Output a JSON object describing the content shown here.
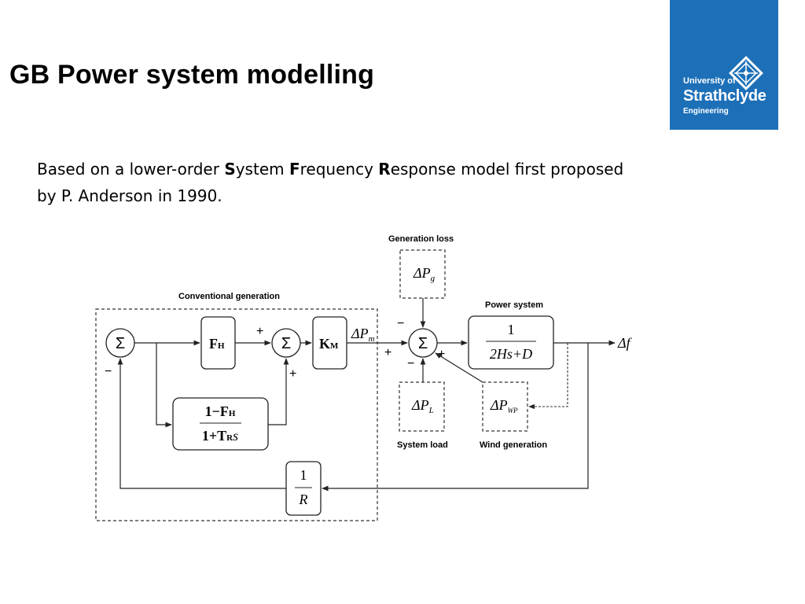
{
  "slide": {
    "title": "GB Power system modelling"
  },
  "logo": {
    "line1": "University of",
    "line2": "Strathclyde",
    "line3": "Engineering",
    "color": "#1d70b8"
  },
  "intro": {
    "t1": "Based on a lower-order ",
    "b1": "S",
    "t2": "ystem ",
    "b2": "F",
    "t3": "requency ",
    "b3": "R",
    "t4": "esponse model first proposed by  P. Anderson in 1990."
  },
  "diagram": {
    "group_label": "Conventional generation",
    "gen_loss_label": "Generation loss",
    "power_system_label": "Power system",
    "system_load_label": "System load",
    "wind_gen_label": "Wind generation",
    "sum_symbol": "Σ",
    "fh": "F",
    "fh_sub": "H",
    "km": "K",
    "km_sub": "M",
    "lag_num": "1−F",
    "lag_num_sub": "H",
    "lag_den_pre": "1+T",
    "lag_den_sub": "R",
    "lag_den_var": "s",
    "ps_num": "1",
    "ps_den": "2Hs+D",
    "r_num": "1",
    "r_den": "R",
    "dpg": "ΔP",
    "dpg_sub": "g",
    "dpl": "ΔP",
    "dpl_sub": "L",
    "dpwp": "ΔP",
    "dpwp_sub": "WP",
    "dpm": "ΔP",
    "dpm_sub": "m",
    "df": "Δf",
    "plus": "+",
    "minus": "−"
  }
}
